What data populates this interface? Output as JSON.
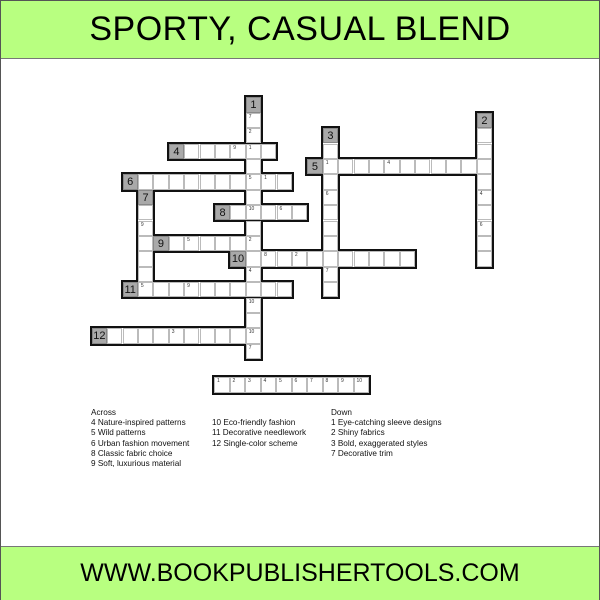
{
  "title": "SPORTY, CASUAL BLEND",
  "footer": "WWW.BOOKPUBLISHERTOOLS.COM",
  "colors": {
    "band": "#b8ff80",
    "label_cell": "#a9a9a9"
  },
  "puzzle": {
    "words": [
      {
        "number": "1",
        "direction": "down",
        "length": 16,
        "hints": {
          "1": "7",
          "2": "2",
          "3": "1",
          "5": "5",
          "7": "10",
          "9": "2",
          "11": "4",
          "13": "10",
          "15": "10",
          "16": "7"
        }
      },
      {
        "number": "2",
        "direction": "down",
        "length": 9,
        "hints": {
          "5": "4",
          "7": "6"
        }
      },
      {
        "number": "3",
        "direction": "down",
        "length": 10,
        "hints": {
          "4": "6",
          "9": "7"
        }
      },
      {
        "number": "4",
        "direction": "across",
        "length": 6,
        "hints": {
          "4": "9"
        }
      },
      {
        "number": "5",
        "direction": "across",
        "length": 11,
        "hints": {
          "1": "1",
          "5": "4"
        }
      },
      {
        "number": "6",
        "direction": "across",
        "length": 10,
        "hints": {
          "9": "1"
        }
      },
      {
        "number": "7",
        "direction": "down",
        "length": 6,
        "hints": {
          "2": "9"
        }
      },
      {
        "number": "8",
        "direction": "across",
        "length": 5,
        "hints": {
          "4": "6"
        }
      },
      {
        "number": "9",
        "direction": "across",
        "length": 6,
        "hints": {
          "2": "5"
        }
      },
      {
        "number": "10",
        "direction": "across",
        "length": 11,
        "hints": {
          "2": "8",
          "4": "2"
        }
      },
      {
        "number": "11",
        "direction": "across",
        "length": 10,
        "hints": {
          "1": "5",
          "4": "9"
        }
      },
      {
        "number": "12",
        "direction": "across",
        "length": 10,
        "hints": {
          "5": "3"
        }
      }
    ],
    "solution_strip": [
      "1",
      "2",
      "3",
      "4",
      "5",
      "6",
      "7",
      "8",
      "9",
      "10"
    ]
  },
  "clues": {
    "across_heading": "Across",
    "across_col1": [
      "4 Nature-inspired patterns",
      "5 Wild patterns",
      "6 Urban fashion movement",
      "8 Classic fabric choice",
      "9 Soft, luxurious material"
    ],
    "across_col2": [
      "10 Eco-friendly fashion",
      "11 Decorative needlework",
      "12 Single-color scheme"
    ],
    "down_heading": "Down",
    "down": [
      "1 Eye-catching sleeve designs",
      "2 Shiny fabrics",
      "3 Bold, exaggerated styles",
      "7 Decorative trim"
    ]
  }
}
